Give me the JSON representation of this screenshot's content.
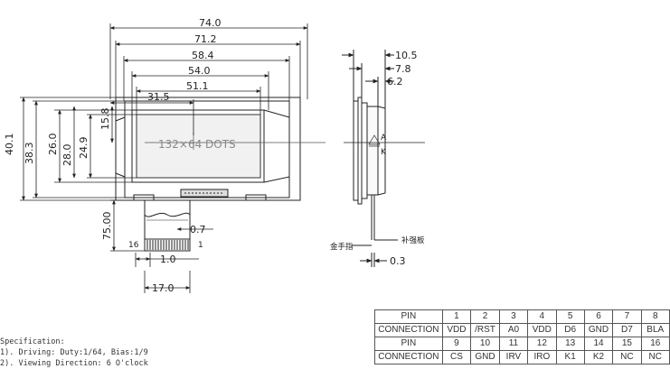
{
  "dimensions": {
    "width_74": "74.0",
    "width_71_2": "71.2",
    "width_58_4": "58.4",
    "width_54": "54.0",
    "width_51_1": "51.1",
    "width_31_5": "31.5",
    "height_40_1": "40.1",
    "height_38_3": "38.3",
    "height_26": "26.0",
    "height_28": "28.0",
    "height_24_9": "24.9",
    "height_15_8": "15.8",
    "cable_75": "75.00",
    "cable_0_7": "0.7",
    "pitch_1": "1.0",
    "connector_17": "17.0",
    "pin_left": "16",
    "pin_right": "1",
    "side_10_5": "10.5",
    "side_7_8": "7.8",
    "side_6_2": "6.2",
    "side_0_3": "0.3",
    "side_a": "A",
    "side_k": "K"
  },
  "display_text": "132×64 DOTS",
  "callouts": {
    "stiffener": "补强板",
    "gold_finger": "金手指"
  },
  "pin_table": [
    {
      "label": "PIN",
      "cells": [
        "1",
        "2",
        "3",
        "4",
        "5",
        "6",
        "7",
        "8"
      ]
    },
    {
      "label": "CONNECTION",
      "cells": [
        "VDD",
        "/RST",
        "A0",
        "VDD",
        "D6",
        "GND",
        "D7",
        "BLA"
      ]
    },
    {
      "label": "PIN",
      "cells": [
        "9",
        "10",
        "11",
        "12",
        "13",
        "14",
        "15",
        "16"
      ]
    },
    {
      "label": "CONNECTION",
      "cells": [
        "CS",
        "GND",
        "IRV",
        "IRO",
        "K1",
        "K2",
        "NC",
        "NC"
      ]
    }
  ],
  "specification": {
    "title": "Specification:",
    "lines": [
      "1). Driving: Duty:1/64, Bias:1/9",
      "2). Viewing Direction: 6 O'clock"
    ]
  }
}
